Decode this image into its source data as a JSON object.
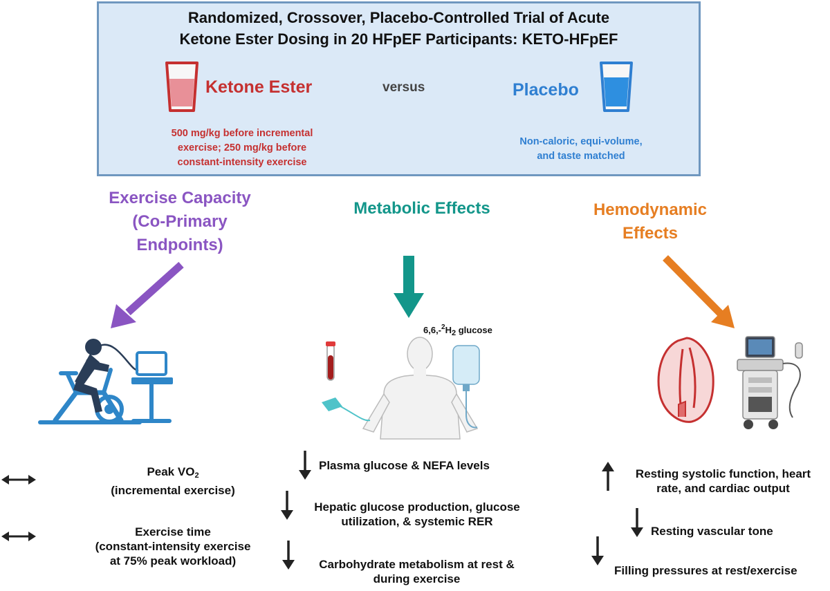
{
  "header": {
    "title_line1": "Randomized, Crossover, Placebo-Controlled Trial of Acute",
    "title_line2": "Ketone Ester Dosing in 20 HFpEF Participants: KETO-HFpEF",
    "arm_ketone": {
      "name": "Ketone Ester",
      "desc_line1": "500 mg/kg before incremental",
      "desc_line2": "exercise; 250 mg/kg before",
      "desc_line3": "constant-intensity exercise"
    },
    "versus": "versus",
    "arm_placebo": {
      "name": "Placebo",
      "desc_line1": "Non-caloric, equi-volume,",
      "desc_line2": "and taste matched"
    }
  },
  "sections": {
    "exercise": {
      "title_line1": "Exercise Capacity",
      "title_line2": "(Co-Primary",
      "title_line3": "Endpoints)"
    },
    "metabolic": {
      "title": "Metabolic Effects",
      "tracer_prefix": "6,6,-",
      "tracer_sup": "2",
      "tracer_mid": "H",
      "tracer_sub": "2",
      "tracer_suffix": " glucose"
    },
    "hemodynamic": {
      "title_line1": "Hemodynamic",
      "title_line2": "Effects"
    }
  },
  "results": {
    "exercise": [
      {
        "direction": "unchanged",
        "line1_prefix": "Peak VO",
        "line1_sub": "2",
        "line2": "(incremental exercise)"
      },
      {
        "direction": "unchanged",
        "line1": "Exercise time",
        "line2": "(constant-intensity exercise",
        "line3": "at 75% peak workload)"
      }
    ],
    "metabolic": [
      {
        "direction": "down",
        "line1": "Plasma glucose & NEFA levels"
      },
      {
        "direction": "down",
        "line1": "Hepatic glucose production, glucose",
        "line2": "utilization, & systemic RER"
      },
      {
        "direction": "down",
        "line1": "Carbohydrate metabolism at rest &",
        "line2": "during exercise"
      }
    ],
    "hemodynamic": [
      {
        "direction": "up",
        "line1": "Resting systolic function, heart",
        "line2": "rate, and cardiac output"
      },
      {
        "direction": "down",
        "line1": "Resting vascular tone"
      },
      {
        "direction": "down",
        "line1": "Filling pressures at rest/exercise"
      }
    ]
  },
  "colors": {
    "header_bg": "#dbe9f7",
    "header_border": "#6f97bf",
    "ketone": "#c53030",
    "placebo": "#2f7fd1",
    "exercise": "#8a55c2",
    "metabolic": "#13968a",
    "hemodynamic": "#e67e22"
  },
  "icons": [
    "ketone-cup-icon",
    "placebo-cup-icon",
    "exercise-bike-icon",
    "metabolic-body-icon",
    "heart-icon",
    "ultrasound-machine-icon"
  ]
}
